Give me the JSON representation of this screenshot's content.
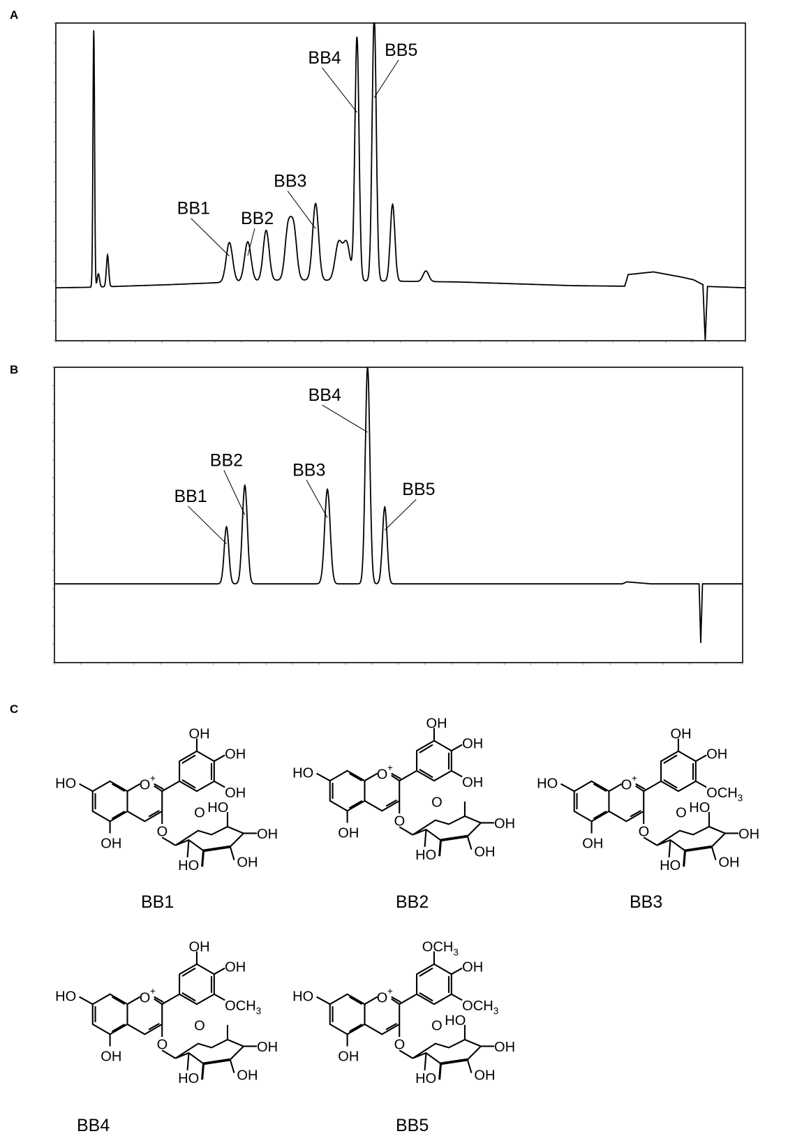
{
  "panels": {
    "a": "A",
    "b": "B",
    "c": "C"
  },
  "chart_data": [
    {
      "type": "line",
      "panel": "A",
      "xlim": [
        0,
        60
      ],
      "ylim": [
        -200,
        1000
      ],
      "grid": false,
      "baseline": [
        [
          0,
          0
        ],
        [
          3,
          2
        ],
        [
          10,
          12
        ],
        [
          20,
          30
        ],
        [
          35,
          22
        ],
        [
          45,
          8
        ],
        [
          49.5,
          6
        ],
        [
          49.8,
          50
        ],
        [
          52,
          60
        ],
        [
          54.5,
          40
        ],
        [
          55.5,
          30
        ],
        [
          56.3,
          12
        ],
        [
          56.5,
          -200
        ],
        [
          56.7,
          5
        ],
        [
          60,
          0
        ]
      ],
      "peaks": [
        {
          "x": 3.3,
          "height": 970,
          "width": 0.07
        },
        {
          "x": 3.7,
          "height": 50,
          "width": 0.1
        },
        {
          "x": 4.5,
          "height": 120,
          "width": 0.1
        },
        {
          "x": 15.1,
          "height": 150,
          "width": 0.28
        },
        {
          "x": 16.7,
          "height": 150,
          "width": 0.28
        },
        {
          "x": 18.3,
          "height": 190,
          "width": 0.26
        },
        {
          "x": 20.2,
          "height": 190,
          "width": 0.26
        },
        {
          "x": 20.7,
          "height": 190,
          "width": 0.26
        },
        {
          "x": 22.6,
          "height": 290,
          "width": 0.26
        },
        {
          "x": 24.6,
          "height": 140,
          "width": 0.3
        },
        {
          "x": 25.3,
          "height": 140,
          "width": 0.3
        },
        {
          "x": 26.2,
          "height": 920,
          "width": 0.18
        },
        {
          "x": 27.7,
          "height": 1000,
          "width": 0.18
        },
        {
          "x": 29.3,
          "height": 290,
          "width": 0.2
        },
        {
          "x": 32.2,
          "height": 40,
          "width": 0.25
        }
      ],
      "labels": [
        {
          "text": "BB1",
          "x": 15.1
        },
        {
          "text": "BB2",
          "x": 16.7
        },
        {
          "text": "BB3",
          "x": 22.6
        },
        {
          "text": "BB4",
          "x": 26.2
        },
        {
          "text": "BB5",
          "x": 27.7
        }
      ]
    },
    {
      "type": "line",
      "panel": "B",
      "xlim": [
        0,
        60
      ],
      "ylim": [
        -400,
        1100
      ],
      "grid": false,
      "baseline": [
        [
          0,
          0
        ],
        [
          49.5,
          0
        ],
        [
          49.9,
          10
        ],
        [
          51,
          5
        ],
        [
          52,
          0
        ],
        [
          56.2,
          0
        ],
        [
          56.35,
          -300
        ],
        [
          56.5,
          0
        ],
        [
          60,
          0
        ]
      ],
      "peaks": [
        {
          "x": 15.0,
          "height": 290,
          "width": 0.2
        },
        {
          "x": 16.6,
          "height": 500,
          "width": 0.22
        },
        {
          "x": 23.8,
          "height": 480,
          "width": 0.24
        },
        {
          "x": 27.3,
          "height": 1100,
          "width": 0.2
        },
        {
          "x": 28.8,
          "height": 390,
          "width": 0.2
        }
      ],
      "labels": [
        {
          "text": "BB1",
          "x": 15.0
        },
        {
          "text": "BB2",
          "x": 16.6
        },
        {
          "text": "BB3",
          "x": 23.8
        },
        {
          "text": "BB4",
          "x": 27.3
        },
        {
          "text": "BB5",
          "x": 28.8
        }
      ]
    }
  ],
  "structures": {
    "hydroxyl": "OH",
    "hydroxyl_left": "HO",
    "methoxy_o": "OCH",
    "methoxy_sub": "3",
    "oxonium": "O",
    "charge": "+",
    "ring_o": "O",
    "names": [
      "BB1",
      "BB2",
      "BB3",
      "BB4",
      "BB5"
    ]
  }
}
